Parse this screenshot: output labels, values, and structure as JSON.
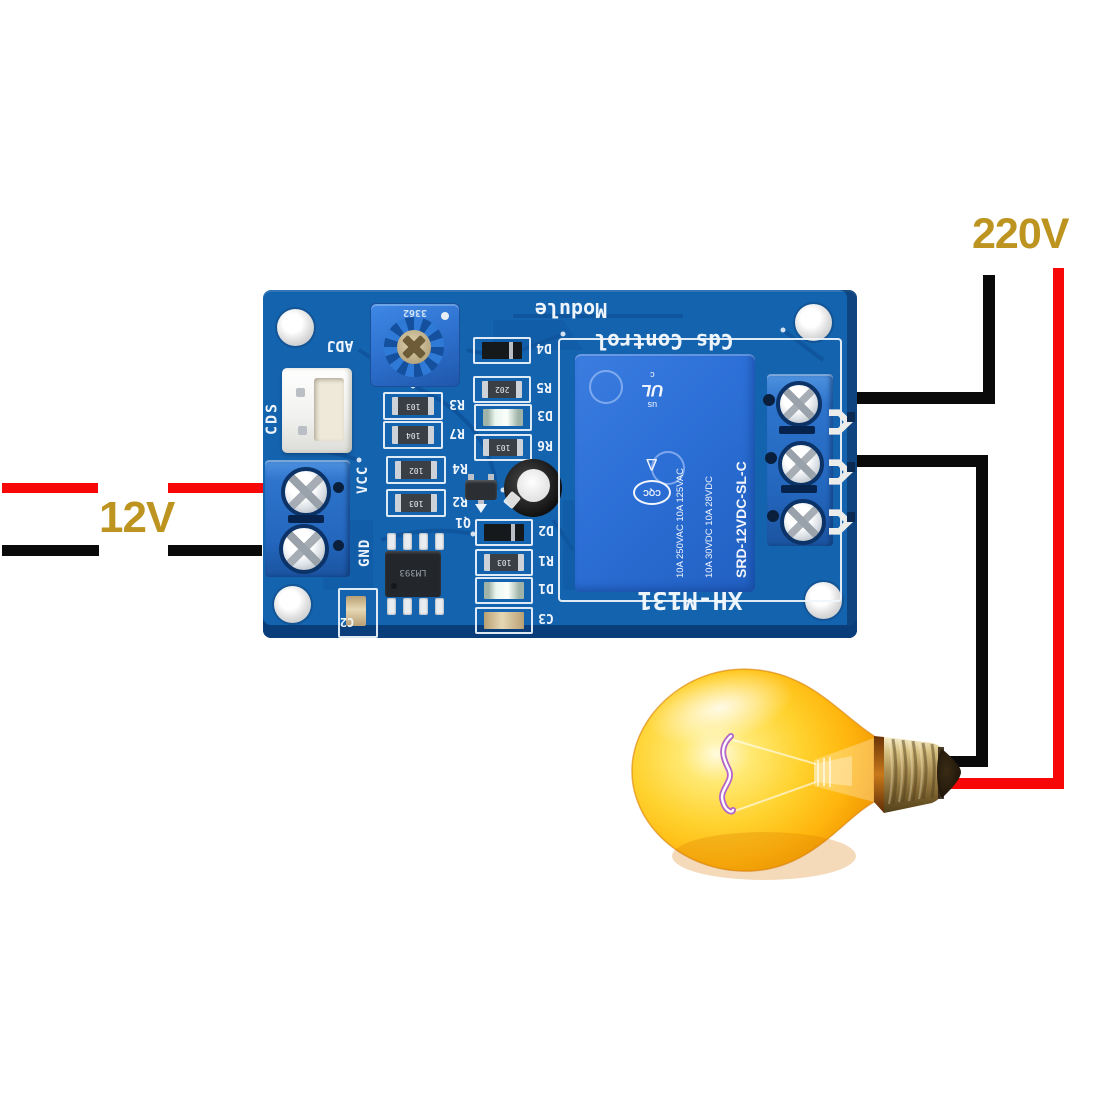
{
  "annotations": {
    "supply_label": "12V",
    "mains_label": "220V"
  },
  "colors": {
    "label_gold": "#bd941f",
    "wire_red": "#f70707",
    "wire_black": "#0a0a0a",
    "board_blue": "#1463ae",
    "relay_blue": "#2c6fd6",
    "bulb_yellow": "#ffc914"
  },
  "board": {
    "silkscreen": {
      "module": "Module",
      "control": "Cds Control",
      "model": "XH-M131",
      "adj": "ADJ",
      "cds": "CDS",
      "vcc": "VCC",
      "gnd": "GND"
    },
    "potentiometer": {
      "series": "3362"
    },
    "ic_marking": "LM393",
    "relay": {
      "part_number": "SRD-12VDC-SL-C",
      "rating_line_1": "10A 250VAC 10A 125VAC",
      "rating_line_2": "10A 30VDC 10A 28VDC",
      "ul_prefix": "c",
      "ul_mark": "UL",
      "ul_suffix": "us",
      "triangle_mark": "Δ",
      "cqc_mark": "CQC"
    },
    "components": {
      "r3": {
        "ref": "R3",
        "code": "103"
      },
      "r7": {
        "ref": "R7",
        "code": "104"
      },
      "r4": {
        "ref": "R4",
        "code": "102"
      },
      "r2": {
        "ref": "R2",
        "code": "103"
      },
      "d4": {
        "ref": "D4"
      },
      "r5": {
        "ref": "R5",
        "code": "202"
      },
      "d3": {
        "ref": "D3"
      },
      "r6": {
        "ref": "R6",
        "code": "103"
      },
      "d2": {
        "ref": "D2"
      },
      "r1": {
        "ref": "R1",
        "code": "103"
      },
      "d1": {
        "ref": "D1"
      },
      "c3": {
        "ref": "C3"
      },
      "c2": {
        "ref": "C2"
      },
      "q1": {
        "ref": "Q1"
      }
    }
  }
}
